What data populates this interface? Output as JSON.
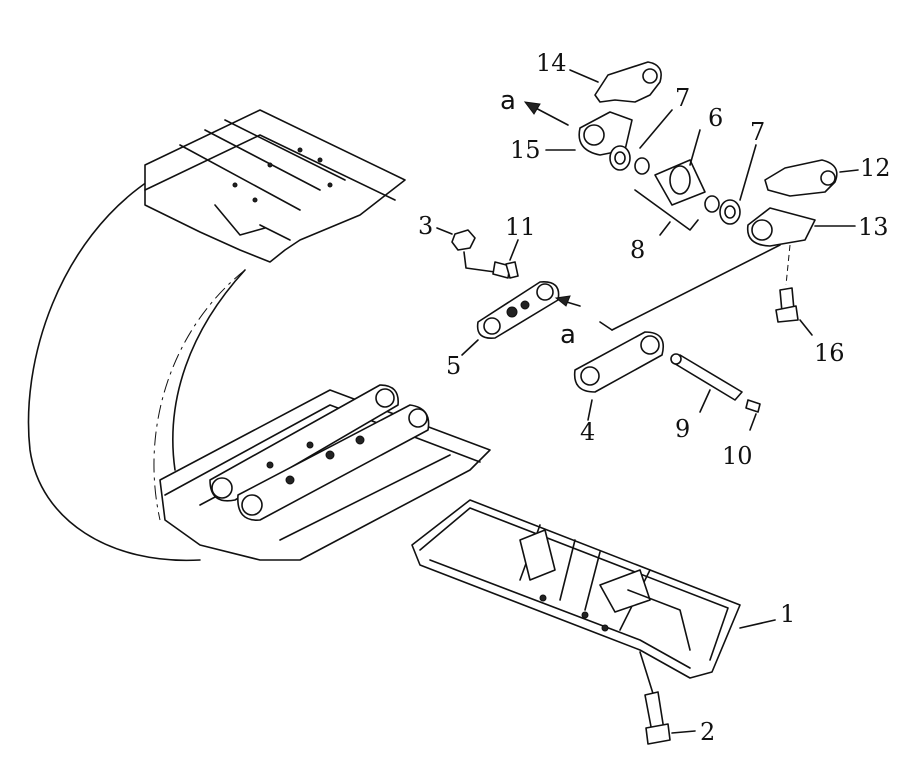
{
  "callouts": {
    "c1": "1",
    "c2": "2",
    "c3": "3",
    "c4": "4",
    "c5": "5",
    "c6": "6",
    "c7a": "7",
    "c7b": "7",
    "c8": "8",
    "c9": "9",
    "c10": "10",
    "c11": "11",
    "c12": "12",
    "c13": "13",
    "c14": "14",
    "c15": "15",
    "c16": "16"
  },
  "view_marks": {
    "upper": "a",
    "lower": "a"
  }
}
